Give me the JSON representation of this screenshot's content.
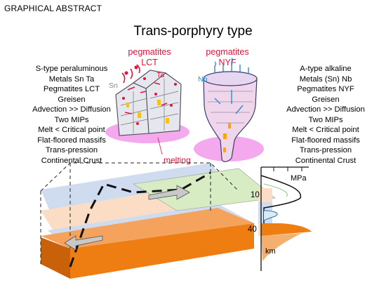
{
  "header": "GRAPHICAL ABSTRACT",
  "title": "Trans-porphyry type",
  "pegmatites": {
    "left": {
      "line1": "pegmatites",
      "line2": "LCT"
    },
    "right": {
      "line1": "pegmatites",
      "line2": "NYF"
    }
  },
  "left_properties": [
    "S-type peraluminous",
    "Metals Sn Ta",
    "Pegmatites LCT",
    "Greisen",
    "Advection >> Diffusion",
    "Two MIPs",
    "Melt < Critical point",
    "Flat-floored massifs",
    "Trans-pression",
    "Continental Crust"
  ],
  "right_properties": [
    "A-type alkaline",
    "Metals (Sn) Nb",
    "Pegmatites NYF",
    "Greisen",
    "Advection >> Diffusion",
    "Two MIPs",
    "Melt < Critical point",
    "Flat-floored massifs",
    "Trans-pression",
    "Continental Crust"
  ],
  "figure_labels": {
    "ta": "Ta",
    "sn": "Sn",
    "nb": "Nb",
    "melting": "melting",
    "mpa": "MPa",
    "depth_10": "10",
    "depth_40": "40",
    "km": "km"
  },
  "colors": {
    "pegmatite_red": "#e0143c",
    "melt_pink": "#f4a9ee",
    "nb_blue": "#2a8fd0",
    "green_layer": "#d8ecc4",
    "peach_layer": "#fbdcc4",
    "blue_layer": "#c8d8ee",
    "orange_crust": "#ee7d12"
  }
}
